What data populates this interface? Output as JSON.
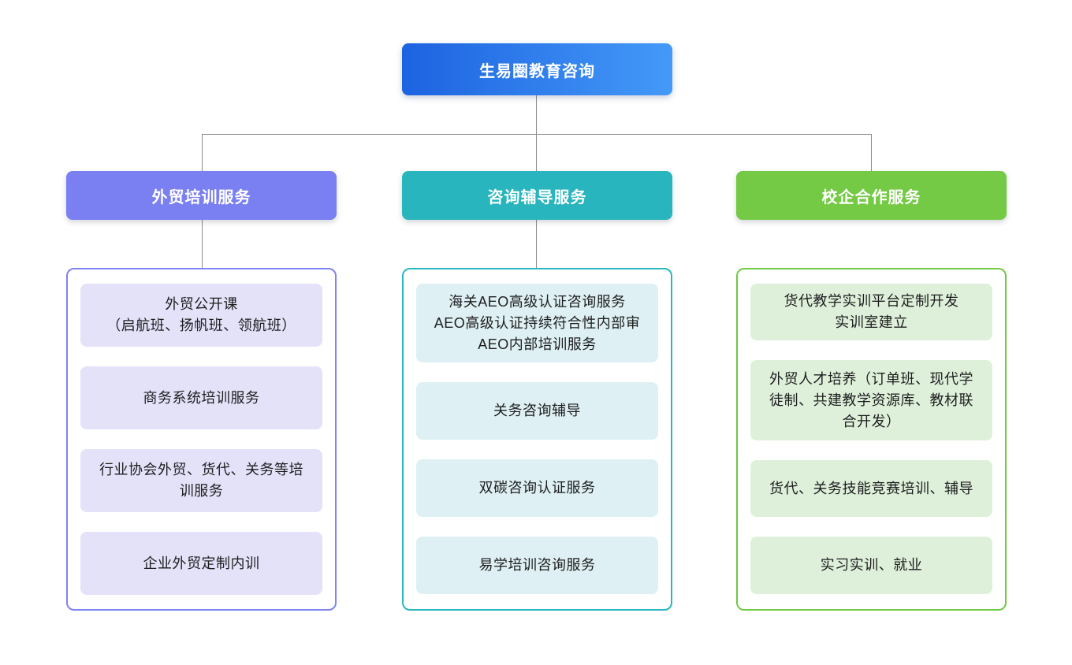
{
  "root": {
    "label": "生易圈教育咨询",
    "gradient_from": "#1d63e1",
    "gradient_to": "#4499f8"
  },
  "connector_color": "#8c8c8c",
  "branches": [
    {
      "label": "外贸培训服务",
      "color": "#7a7ff2",
      "item_bg": "#e4e2f8",
      "items": [
        "外贸公开课\n（启航班、扬帆班、领航班）",
        "商务系统培训服务",
        "行业协会外贸、货代、关务等培训服务",
        "企业外贸定制内训"
      ]
    },
    {
      "label": "咨询辅导服务",
      "color": "#29b5bd",
      "item_bg": "#def0f3",
      "items": [
        "海关AEO高级认证咨询服务\nAEO高级认证持续符合性内部审\nAEO内部培训服务",
        "关务咨询辅导",
        "双碳咨询认证服务",
        "易学培训咨询服务"
      ]
    },
    {
      "label": "校企合作服务",
      "color": "#74c945",
      "item_bg": "#def0da",
      "items": [
        "货代教学实训平台定制开发\n实训室建立",
        "外贸人才培养（订单班、现代学徒制、共建教学资源库、教材联合开发）",
        "货代、关务技能竞赛培训、辅导",
        "实习实训、就业"
      ]
    }
  ]
}
